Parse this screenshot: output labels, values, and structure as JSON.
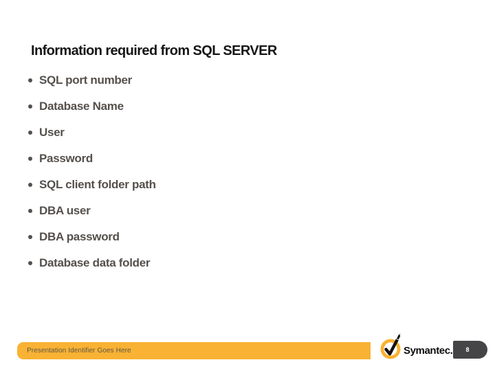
{
  "slide": {
    "title": "Information required from SQL SERVER",
    "bullets": [
      "SQL port number",
      "Database Name",
      "User",
      "Password",
      "SQL client folder path",
      "DBA user",
      "DBA password",
      "Database data folder"
    ],
    "footer": {
      "identifier": "Presentation Identifier Goes Here",
      "brand": "Symantec.",
      "page_number": "8"
    },
    "icons": {
      "bullet": "round-dot",
      "logo": "symantec-check-circle"
    },
    "colors": {
      "accent_yellow": "#F9B233",
      "title_text": "#161616",
      "body_text": "#55504C",
      "badge_gray": "#454446",
      "footer_text": "#5D5644",
      "slide_background": "#FFFFFF"
    }
  }
}
